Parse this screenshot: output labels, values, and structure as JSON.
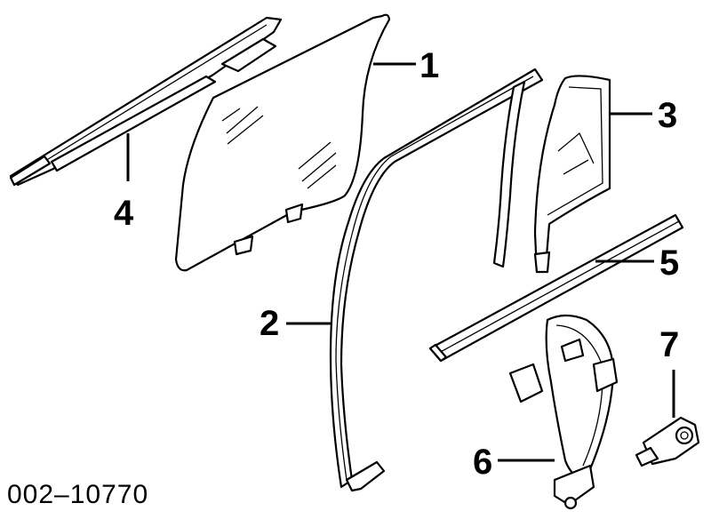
{
  "figure": {
    "reference_code": "002–10770"
  },
  "callouts": [
    {
      "id": "1",
      "text": "1"
    },
    {
      "id": "2",
      "text": "2"
    },
    {
      "id": "3",
      "text": "3"
    },
    {
      "id": "4",
      "text": "4"
    },
    {
      "id": "5",
      "text": "5"
    },
    {
      "id": "6",
      "text": "6"
    },
    {
      "id": "7",
      "text": "7"
    }
  ]
}
